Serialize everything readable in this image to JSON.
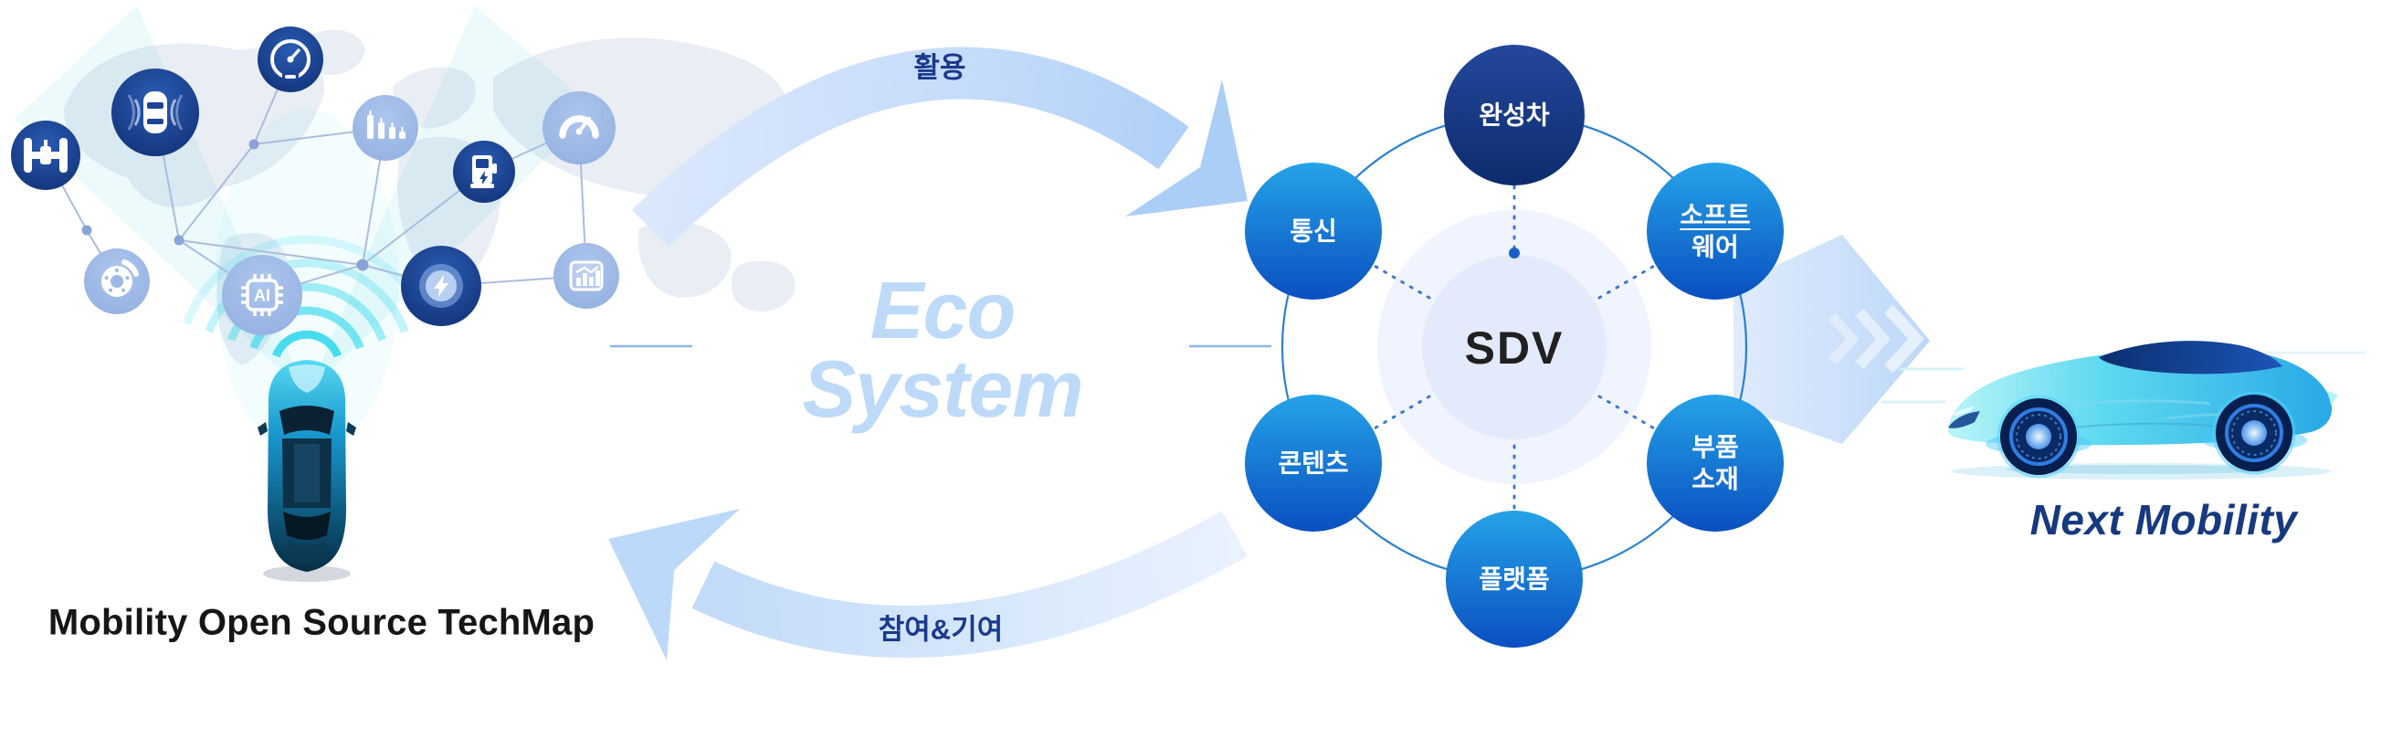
{
  "techmap": {
    "title": "Mobility Open Source TechMap",
    "icons": [
      "axle-icon",
      "connected-car-icon",
      "speedometer-icon",
      "candlestick-chart-icon",
      "ev-charger-icon",
      "gauge-icon",
      "brake-disc-icon",
      "ai-chip-icon",
      "ev-energy-icon",
      "bar-chart-icon"
    ]
  },
  "ecosystem": {
    "title_line1": "Eco",
    "title_line2": "System",
    "top_arrow_label": "활용",
    "bottom_arrow_label": "참여&기여"
  },
  "sdv_hub": {
    "center_label": "SDV",
    "nodes": [
      {
        "id": "oem",
        "lines": [
          "완성차"
        ]
      },
      {
        "id": "software",
        "lines": [
          "소프트",
          "웨어"
        ]
      },
      {
        "id": "parts-materials",
        "lines": [
          "부품",
          "소재"
        ]
      },
      {
        "id": "platform",
        "lines": [
          "플랫폼"
        ]
      },
      {
        "id": "contents",
        "lines": [
          "콘텐츠"
        ]
      },
      {
        "id": "telecom",
        "lines": [
          "통신"
        ]
      }
    ]
  },
  "next_mobility": {
    "label": "Next Mobility"
  },
  "colors": {
    "label_navy": "#1a3a8c",
    "ecosystem_text": "#bedaf9",
    "node_blue_top": "#25a3e8",
    "node_blue_bottom": "#0a4fc0",
    "node_navy_top": "#24479c",
    "node_navy_bottom": "#0c2c6c",
    "ring_blue": "#2d80d3",
    "arrow_light_blue": "#bcd9f9",
    "cyan_glow": "#35d9ec",
    "next_mobility_navy": "#17397f"
  }
}
